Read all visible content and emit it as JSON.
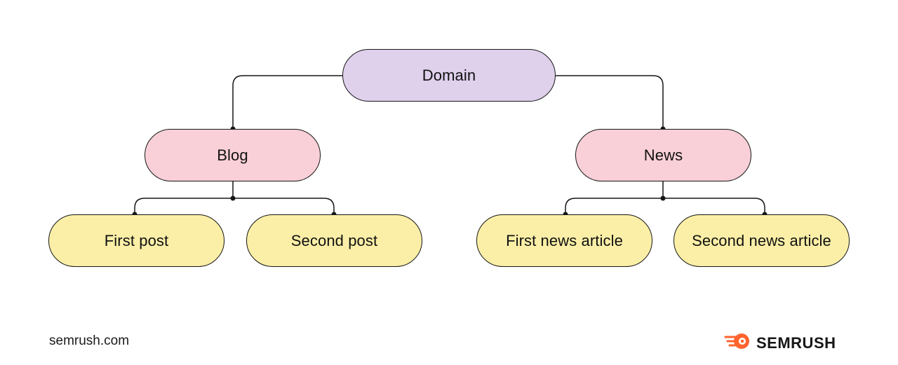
{
  "diagram": {
    "root": {
      "label": "Domain"
    },
    "sections": [
      {
        "label": "Blog",
        "children": [
          {
            "label": "First post"
          },
          {
            "label": "Second post"
          }
        ]
      },
      {
        "label": "News",
        "children": [
          {
            "label": "First news article"
          },
          {
            "label": "Second news article"
          }
        ]
      }
    ]
  },
  "footer": {
    "url": "semrush.com",
    "brand": "SEMRUSH",
    "brand_icon": "semrush-fireball-icon"
  },
  "colors": {
    "root_fill": "#dfd0ec",
    "section_fill": "#f9d0d8",
    "leaf_fill": "#fbefa7",
    "stroke": "#161616",
    "brand_orange": "#ff642d"
  }
}
